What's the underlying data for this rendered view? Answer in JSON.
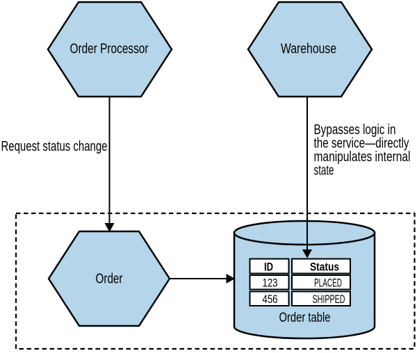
{
  "diagram": {
    "nodes": {
      "order_processor": {
        "label": "Order Processor"
      },
      "warehouse": {
        "label": "Warehouse"
      },
      "order": {
        "label": "Order"
      }
    },
    "edges": {
      "request_status_change": {
        "label": "Request status change"
      },
      "bypass": {
        "label_lines": [
          "Bypasses logic in",
          "the service—directly",
          "manipulates internal",
          "state"
        ]
      }
    },
    "database": {
      "label": "Order table",
      "table": {
        "headers": [
          "ID",
          "Status"
        ],
        "rows": [
          [
            "123",
            "PLACED"
          ],
          [
            "456",
            "SHIPPED"
          ]
        ]
      }
    },
    "colors": {
      "node_fill": "#b4d5ea",
      "stroke": "#000000",
      "cell_fill": "#ffffff"
    }
  }
}
